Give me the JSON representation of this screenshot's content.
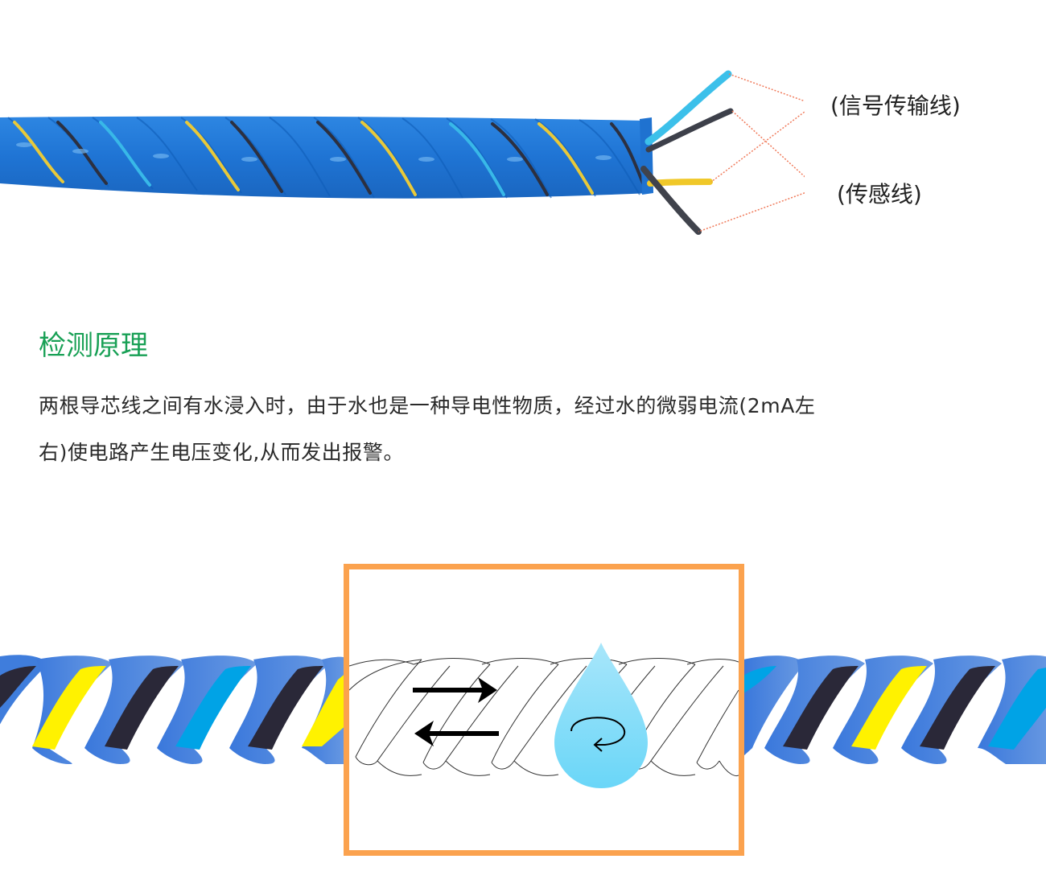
{
  "product_photo": {
    "icon": "twisted-cable-photo",
    "callouts": [
      {
        "label": "(信号传输线)",
        "wires": [
          "light-blue",
          "black"
        ]
      },
      {
        "label": "(传感线)",
        "wires": [
          "yellow",
          "black"
        ]
      }
    ],
    "callout_line_color": "#f07a5a",
    "cable_color": "#1e78d6",
    "wire_colors": {
      "light-blue": "#3cc0ea",
      "black": "#333640",
      "yellow": "#f0c829"
    }
  },
  "section": {
    "title": "检测原理",
    "title_color": "#18a055",
    "paragraph_line1": "两根导芯线之间有水浸入时，由于水也是一种导电性物质，经过水的微弱电流(2mA左",
    "paragraph_line2": "右)使电路产生电压变化,从而发出报警。"
  },
  "diagram": {
    "frame_color": "#fba24e",
    "cable_colors": {
      "blue": "#3f7ddc",
      "yellow": "#fff200",
      "dark": "#2a2838",
      "cyan": "#00a3e6"
    },
    "arrows": [
      "arrow-right-icon",
      "arrow-left-icon"
    ],
    "water_drop_color": "#7fd8f6",
    "rotation_icon": "counterclockwise-rotation-icon"
  }
}
